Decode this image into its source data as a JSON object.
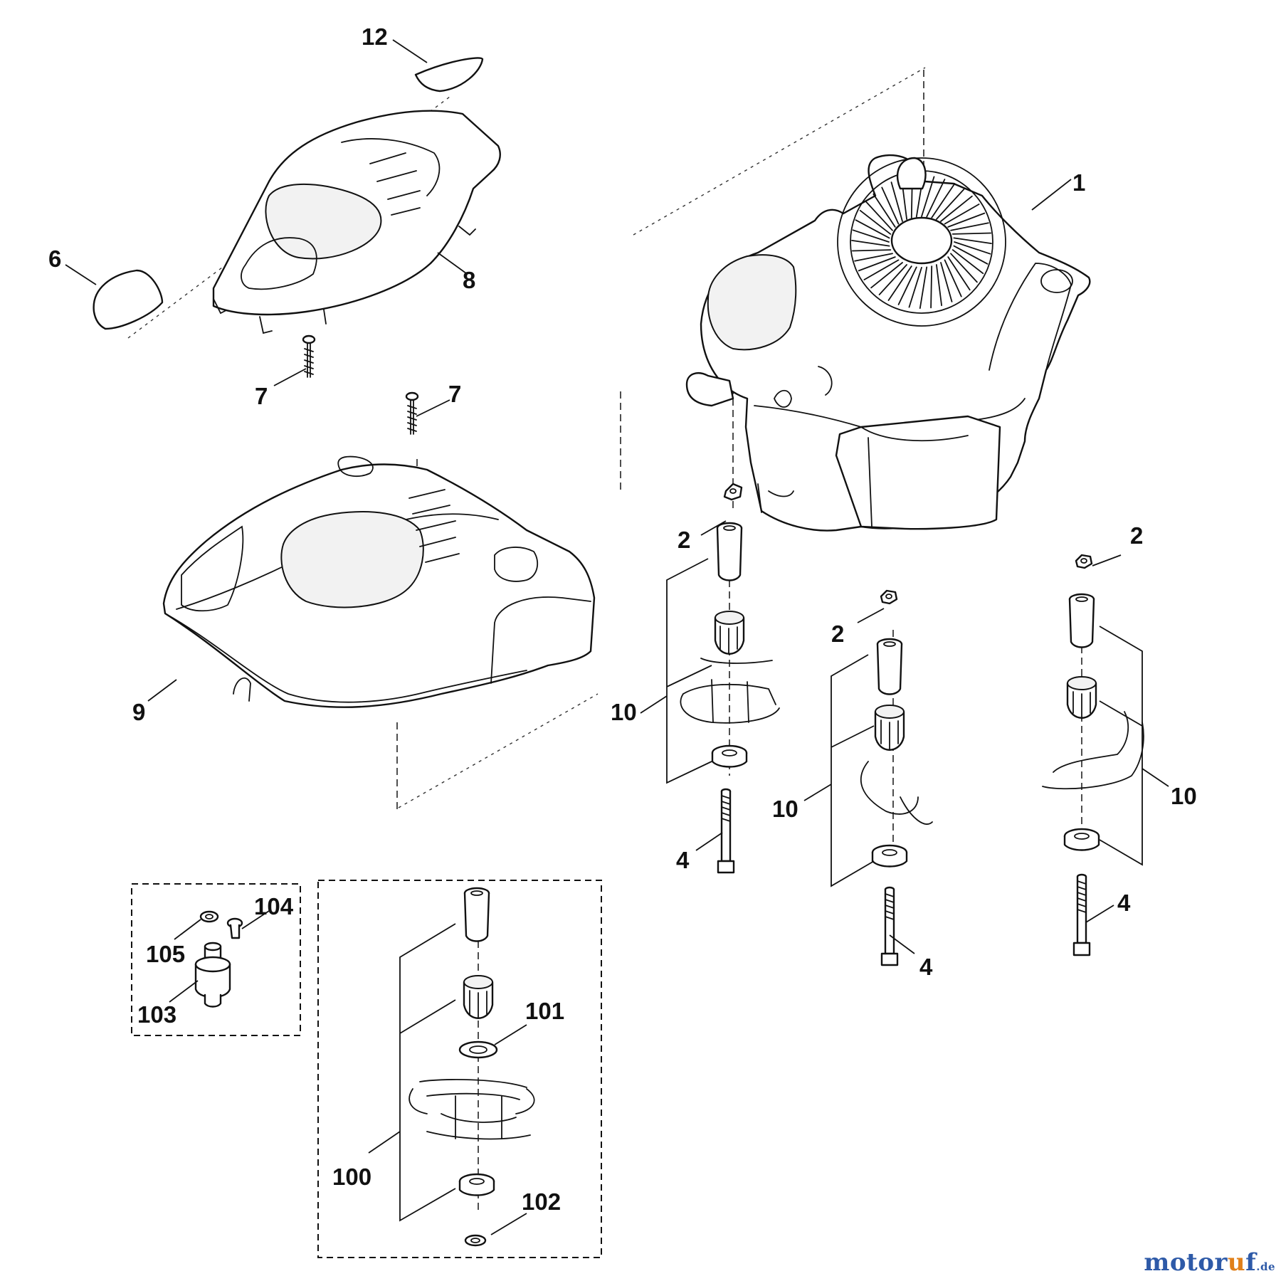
{
  "labels": {
    "p1": "1",
    "p2a": "2",
    "p2b": "2",
    "p2c": "2",
    "p4a": "4",
    "p4b": "4",
    "p4c": "4",
    "p6": "6",
    "p7a": "7",
    "p7b": "7",
    "p8": "8",
    "p9": "9",
    "p10a": "10",
    "p10b": "10",
    "p10c": "10",
    "p12": "12",
    "p100": "100",
    "p101": "101",
    "p102": "102",
    "p103": "103",
    "p104": "104",
    "p105": "105"
  },
  "watermark": {
    "brand_a": "motor",
    "brand_u": "u",
    "brand_b": "f",
    "tld": ".de"
  }
}
